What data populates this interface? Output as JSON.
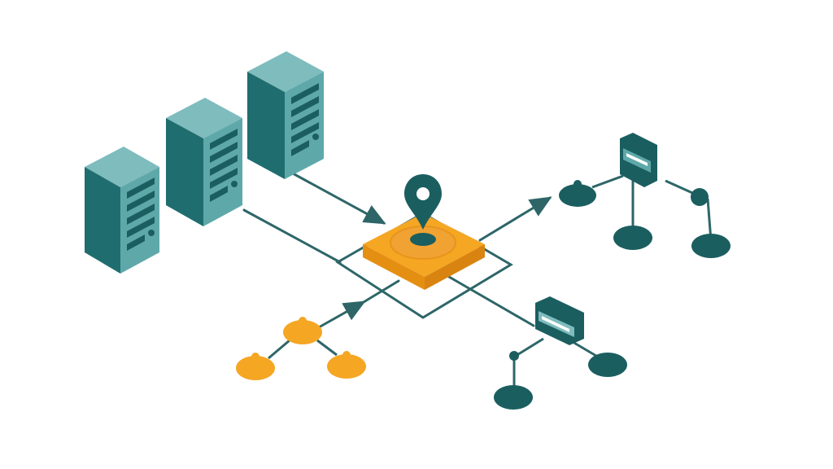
{
  "colors": {
    "teal_dark": "#1b5e60",
    "teal_mid": "#2f7f80",
    "teal_light": "#5fa8aa",
    "orange": "#f5a623",
    "orange_dark": "#e58f12",
    "line": "#2e6668",
    "background": "#ffffff"
  },
  "diagram": {
    "servers": [
      {
        "name": "server-left",
        "icon": "server-rack-icon"
      },
      {
        "name": "server-middle",
        "icon": "server-rack-icon"
      },
      {
        "name": "server-right",
        "icon": "server-rack-icon"
      }
    ],
    "hub": {
      "icon": "location-pin-icon",
      "platform": "hub-platform"
    },
    "device_clusters": [
      {
        "name": "cluster-top-right",
        "icon": "terminal-display-icon",
        "node_count": 4
      },
      {
        "name": "cluster-bottom-right",
        "icon": "terminal-display-icon",
        "node_count": 3
      },
      {
        "name": "cluster-bottom-left",
        "icon": "orange-node-group",
        "node_count": 3
      }
    ]
  }
}
